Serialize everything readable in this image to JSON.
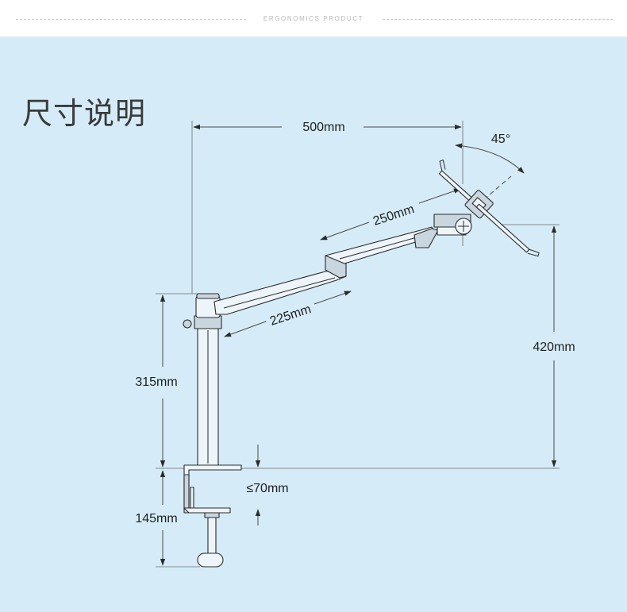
{
  "header": {
    "brand_text": "ERGONOMICS PRODUCT"
  },
  "section": {
    "title": "尺寸说明"
  },
  "dimensions": {
    "width_total": "500mm",
    "angle_tilt": "45°",
    "upper_arm": "250mm",
    "lower_arm": "225mm",
    "height_tray": "420mm",
    "pole_height": "315mm",
    "desk_thickness": "≤70mm",
    "clamp_height": "145mm"
  },
  "colors": {
    "panel_bg": "#d5ecf8",
    "line": "#2a2a2a",
    "text": "#1e1e1e"
  }
}
